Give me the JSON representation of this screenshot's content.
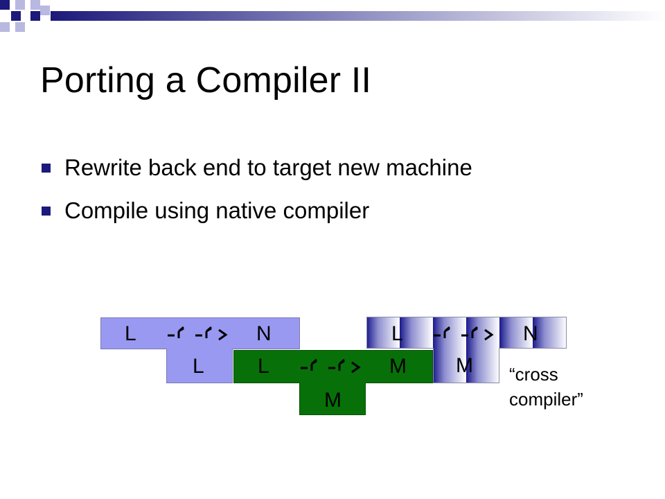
{
  "slide": {
    "title": "Porting a Compiler II",
    "bullets": [
      "Rewrite back end to target new machine",
      "Compile using native compiler"
    ]
  },
  "diagram": {
    "t_left": {
      "source": "L",
      "target": "N",
      "impl": "L"
    },
    "t_middle": {
      "source": "L",
      "target": "M",
      "impl": "M"
    },
    "t_right": {
      "source": "L",
      "target": "N",
      "impl": "M"
    },
    "note_line1": "“cross",
    "note_line2": "compiler”"
  },
  "colors": {
    "accent": "#1c1a7a",
    "left_t_fill": "#9999f2",
    "middle_t_fill": "#087008"
  },
  "icons": {
    "arrow_glyph": "arrow-icon"
  }
}
